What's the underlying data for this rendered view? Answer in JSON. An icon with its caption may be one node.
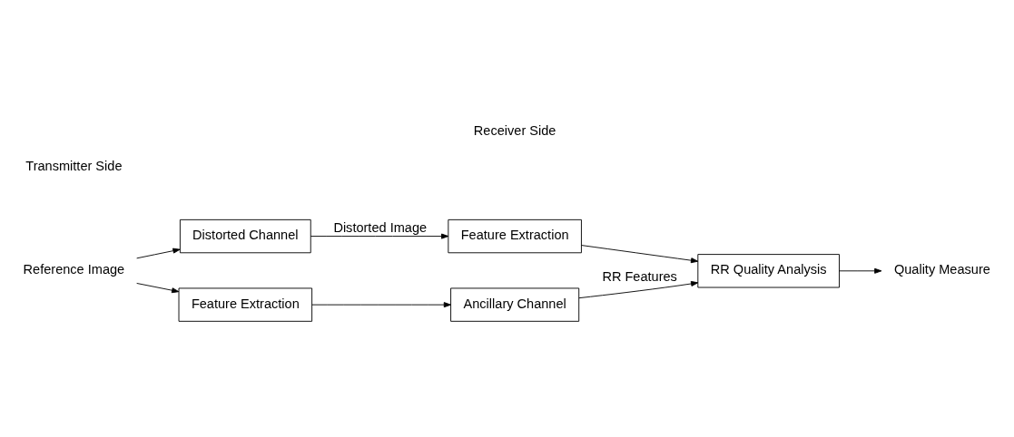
{
  "diagram": {
    "nodes": [
      {
        "text": [
          "Reference Image"
        ]
      },
      {
        "text": [
          "Distorted Channel"
        ]
      },
      {
        "text": [
          "Feature Extraction"
        ]
      },
      {
        "text": [
          "RR Quality Analysis"
        ]
      },
      {
        "text": [
          "Quality Measure"
        ]
      },
      {
        "text": [
          "Feature Extraction"
        ]
      },
      {
        "text": [
          "Ancillary Channel"
        ]
      }
    ],
    "edges": [
      {
        "from": 0,
        "to": 1,
        "arrow": "to"
      },
      {
        "from": 0,
        "to": 5,
        "arrow": "to"
      },
      {
        "from": 1,
        "to": 2,
        "arrow": "to",
        "label": "Distorted Image"
      },
      {
        "from": 2,
        "to": 3,
        "arrow": "to"
      },
      {
        "from": 3,
        "to": 4,
        "arrow": "to"
      },
      {
        "from": 5,
        "to": 6,
        "arrow": "to"
      },
      {
        "from": 6,
        "to": 3,
        "arrow": "to",
        "label": "RR Features"
      }
    ],
    "labels": [
      "Transmitter Side",
      "Receiver Side"
    ]
  }
}
